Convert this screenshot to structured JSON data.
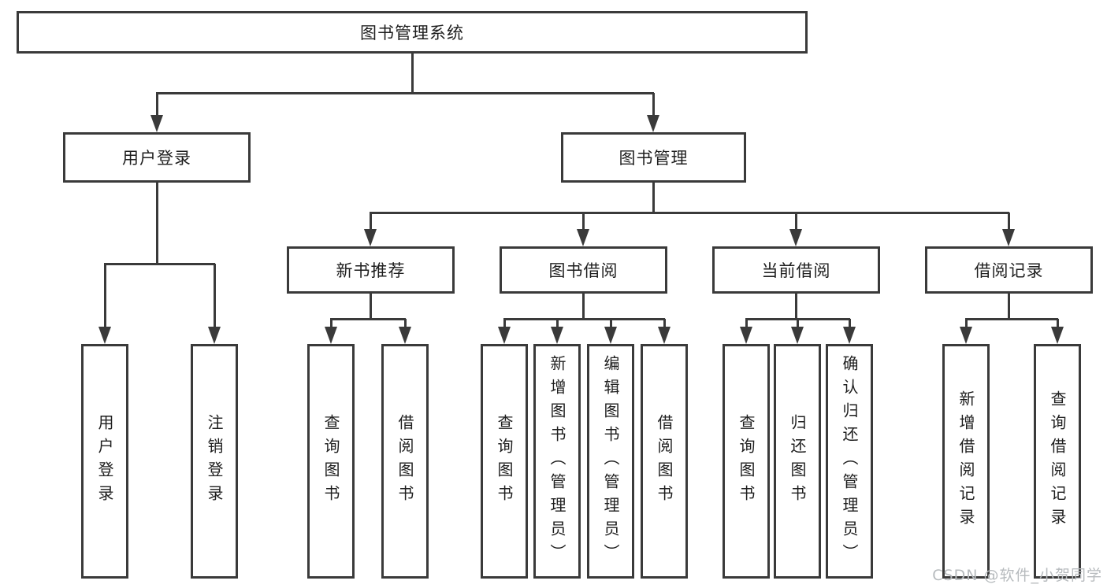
{
  "colors": {
    "line": "#3a3a3a",
    "text": "#1e1e1e",
    "background": "#ffffff",
    "watermark": "#b7bbbe"
  },
  "tree": {
    "root": "图书管理系统",
    "level2": [
      {
        "label": "用户登录",
        "leaves": [
          "用户登录",
          "注销登录"
        ]
      },
      {
        "label": "图书管理",
        "groups": [
          {
            "label": "新书推荐",
            "leaves": [
              "查询图书",
              "借阅图书"
            ]
          },
          {
            "label": "图书借阅",
            "leaves": [
              "查询图书",
              "新增图书（管理员）",
              "编辑图书（管理员）",
              "借阅图书"
            ]
          },
          {
            "label": "当前借阅",
            "leaves": [
              "查询图书",
              "归还图书",
              "确认归还（管理员）"
            ]
          },
          {
            "label": "借阅记录",
            "leaves": [
              "新增借阅记录",
              "查询借阅记录"
            ]
          }
        ]
      }
    ]
  },
  "watermark": {
    "text": "CSDN @软件_小贺同学"
  }
}
